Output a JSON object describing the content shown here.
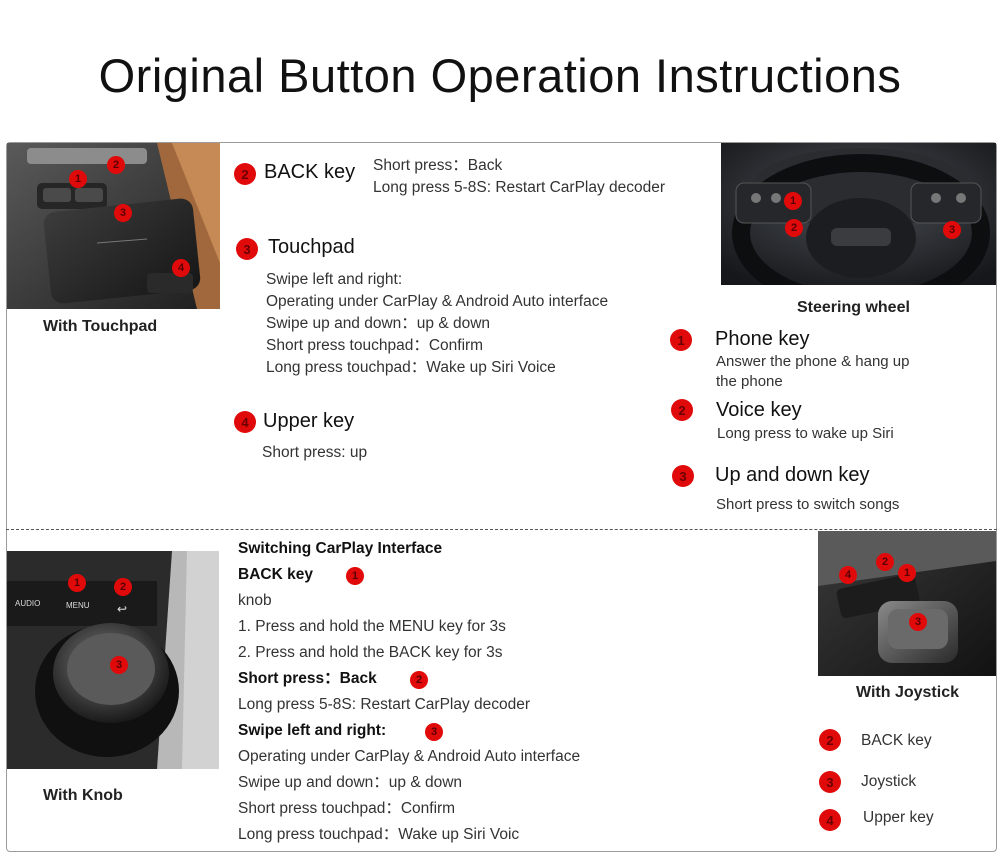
{
  "title": "Original Button Operation Instructions",
  "accent_color": "#e10a0a",
  "touchpad_section": {
    "caption": "With Touchpad",
    "back_key": {
      "badge": "2",
      "heading": "BACK key",
      "lines": [
        "Short press：Back",
        "Long press 5-8S: Restart CarPlay decoder"
      ]
    },
    "touchpad": {
      "badge": "3",
      "heading": "Touchpad",
      "lines": [
        "Swipe left and right:",
        "Operating under CarPlay & Android Auto interface",
        "Swipe up and down：up & down",
        "Short press touchpad：Confirm",
        "Long press touchpad：Wake up Siri Voice"
      ]
    },
    "upper_key": {
      "badge": "4",
      "heading": "Upper key",
      "lines": [
        "Short press: up"
      ]
    },
    "photo_badges": [
      "1",
      "2",
      "3",
      "4"
    ]
  },
  "steering_section": {
    "caption": "Steering wheel",
    "photo_badges": [
      "1",
      "2",
      "3"
    ],
    "phone_key": {
      "badge": "1",
      "heading": "Phone key",
      "lines": [
        "Answer the phone & hang up",
        "the phone"
      ]
    },
    "voice_key": {
      "badge": "2",
      "heading": "Voice key",
      "lines": [
        "Long press to wake up Siri"
      ]
    },
    "updown_key": {
      "badge": "3",
      "heading": "Up and down key",
      "lines": [
        "Short press to switch songs"
      ]
    }
  },
  "knob_section": {
    "caption": "With Knob",
    "photo_labels": [
      "AUDIO",
      "MENU"
    ],
    "photo_badges": [
      "1",
      "2",
      "3"
    ],
    "heading": "Switching CarPlay Interface",
    "back_key_label": "BACK key",
    "back_key_badge": "1",
    "knob_word": "knob",
    "steps": [
      "1. Press and hold the MENU key for 3s",
      "2. Press and hold the BACK key for 3s"
    ],
    "short_press_label": "Short press：Back",
    "short_press_badge": "2",
    "long_press_line": "Long press 5-8S: Restart CarPlay decoder",
    "swipe_label": "Swipe left and right:",
    "swipe_badge": "3",
    "lines": [
      "Operating under CarPlay & Android Auto interface",
      "Swipe up and down：up & down",
      "Short press touchpad：Confirm",
      "Long press touchpad：Wake up Siri Voic"
    ]
  },
  "joystick_section": {
    "caption": "With Joystick",
    "photo_badges": [
      "4",
      "2",
      "1",
      "3"
    ],
    "legend": [
      {
        "badge": "2",
        "label": "BACK key"
      },
      {
        "badge": "3",
        "label": "Joystick"
      },
      {
        "badge": "4",
        "label": "Upper key"
      }
    ]
  }
}
